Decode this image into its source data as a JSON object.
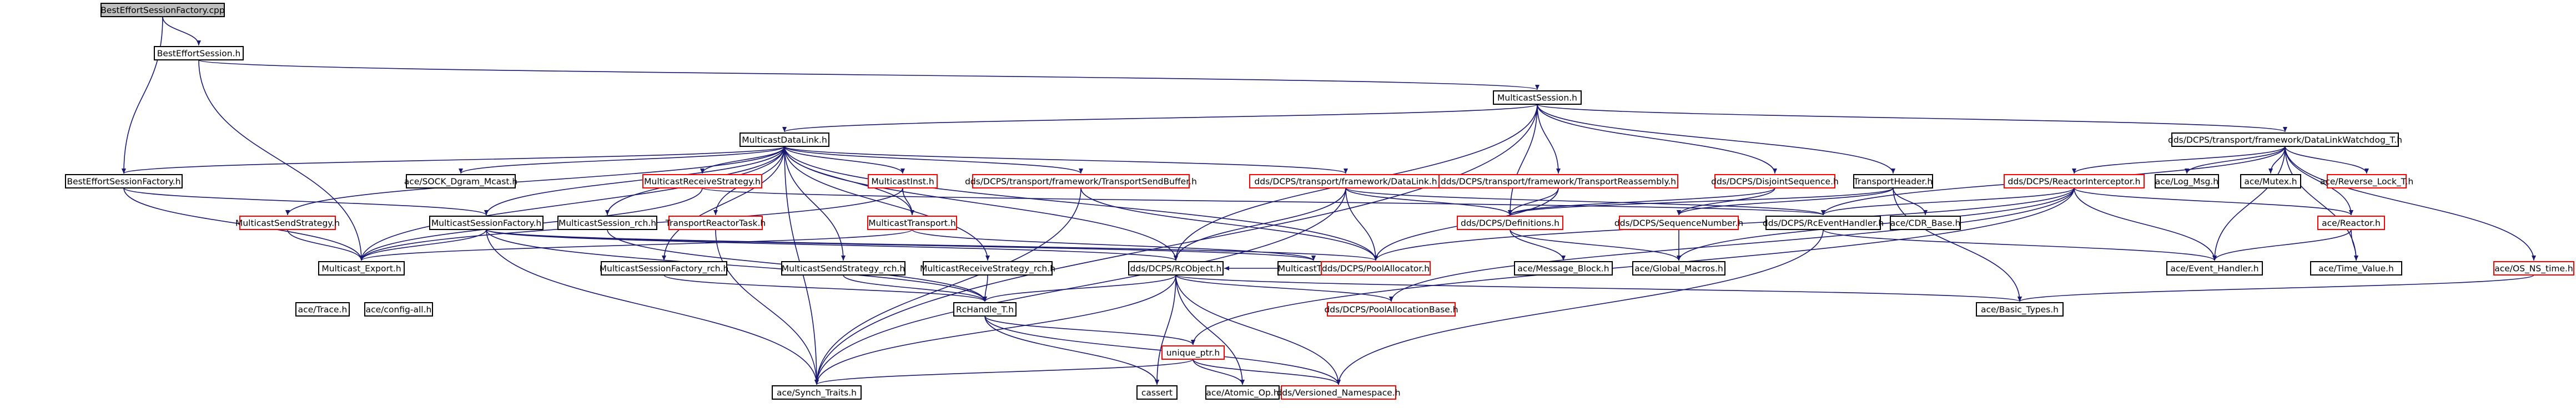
{
  "diagram": {
    "type": "include-dependency-graph",
    "colors": {
      "edge": "#191970",
      "root_fill": "#bfbfbf",
      "box_border": "#000000",
      "truncated_border": "#ff0000",
      "background": "#ffffff"
    },
    "nodes": [
      {
        "id": "n0",
        "label": "BestEffortSessionFactory.cpp",
        "style": "root"
      },
      {
        "id": "n1",
        "label": "BestEffortSession.h",
        "style": "plain"
      },
      {
        "id": "n2",
        "label": "BestEffortSessionFactory.h",
        "style": "plain"
      },
      {
        "id": "n3",
        "label": "MulticastSession.h",
        "style": "plain"
      },
      {
        "id": "n4",
        "label": "MulticastDataLink.h",
        "style": "plain"
      },
      {
        "id": "n5",
        "label": "dds/DCPS/transport/framework/DataLinkWatchdog_T.h",
        "style": "plain"
      },
      {
        "id": "n6",
        "label": "MulticastSendStrategy.h",
        "style": "red"
      },
      {
        "id": "n7",
        "label": "MulticastSessionFactory.h",
        "style": "plain"
      },
      {
        "id": "n8",
        "label": "Multicast_Export.h",
        "style": "plain"
      },
      {
        "id": "n9",
        "label": "ace/Trace.h",
        "style": "plain"
      },
      {
        "id": "n10",
        "label": "ace/config-all.h",
        "style": "plain"
      },
      {
        "id": "n11",
        "label": "ace/SOCK_Dgram_Mcast.h",
        "style": "plain"
      },
      {
        "id": "n12",
        "label": "MulticastReceiveStrategy.h",
        "style": "red"
      },
      {
        "id": "n13",
        "label": "MulticastSession_rch.h",
        "style": "plain"
      },
      {
        "id": "n14",
        "label": "MulticastInst.h",
        "style": "red"
      },
      {
        "id": "n15",
        "label": "TransportReactorTask.h",
        "style": "red"
      },
      {
        "id": "n16",
        "label": "MulticastTransport.h",
        "style": "red"
      },
      {
        "id": "n17",
        "label": "MulticastSessionFactory_rch.h",
        "style": "plain"
      },
      {
        "id": "n18",
        "label": "MulticastSendStrategy_rch.h",
        "style": "plain"
      },
      {
        "id": "n19",
        "label": "MulticastReceiveStrategy_rch.h",
        "style": "plain"
      },
      {
        "id": "n20",
        "label": "dds/DCPS/transport/framework/TransportSendBuffer.h",
        "style": "red"
      },
      {
        "id": "n21",
        "label": "dds/DCPS/transport/framework/DataLink.h",
        "style": "red"
      },
      {
        "id": "n22",
        "label": "dds/DCPS/RcObject.h",
        "style": "plain"
      },
      {
        "id": "n23",
        "label": "MulticastTypes.h",
        "style": "plain"
      },
      {
        "id": "n24",
        "label": "dds/DCPS/PoolAllocator.h",
        "style": "red"
      },
      {
        "id": "n25",
        "label": "dds/DCPS/transport/framework/TransportReassembly.h",
        "style": "red"
      },
      {
        "id": "n26",
        "label": "dds/DCPS/Definitions.h",
        "style": "red"
      },
      {
        "id": "n27",
        "label": "dds/DCPS/DisjointSequence.h",
        "style": "red"
      },
      {
        "id": "n28",
        "label": "TransportHeader.h",
        "style": "plain"
      },
      {
        "id": "n29",
        "label": "dds/DCPS/SequenceNumber.h",
        "style": "red"
      },
      {
        "id": "n30",
        "label": "ace/CDR_Base.h",
        "style": "plain"
      },
      {
        "id": "n31",
        "label": "dds/DCPS/RcEventHandler.h",
        "style": "plain"
      },
      {
        "id": "n32",
        "label": "dds/DCPS/ReactorInterceptor.h",
        "style": "red"
      },
      {
        "id": "n33",
        "label": "ace/Log_Msg.h",
        "style": "plain"
      },
      {
        "id": "n34",
        "label": "ace/Mutex.h",
        "style": "plain"
      },
      {
        "id": "n35",
        "label": "ace/Reverse_Lock_T.h",
        "style": "red"
      },
      {
        "id": "n36",
        "label": "ace/OS_NS_time.h",
        "style": "red"
      },
      {
        "id": "n37",
        "label": "ace/Reactor.h",
        "style": "red"
      },
      {
        "id": "n38",
        "label": "ace/Message_Block.h",
        "style": "plain"
      },
      {
        "id": "n39",
        "label": "ace/Global_Macros.h",
        "style": "plain"
      },
      {
        "id": "n40",
        "label": "ace/Event_Handler.h",
        "style": "plain"
      },
      {
        "id": "n41",
        "label": "ace/Time_Value.h",
        "style": "plain"
      },
      {
        "id": "n42",
        "label": "dds/DCPS/PoolAllocationBase.h",
        "style": "red"
      },
      {
        "id": "n43",
        "label": "RcHandle_T.h",
        "style": "plain"
      },
      {
        "id": "n44",
        "label": "ace/Basic_Types.h",
        "style": "plain"
      },
      {
        "id": "n45",
        "label": "unique_ptr.h",
        "style": "red"
      },
      {
        "id": "n46",
        "label": "ace/Synch_Traits.h",
        "style": "plain"
      },
      {
        "id": "n47",
        "label": "cassert",
        "style": "plain"
      },
      {
        "id": "n48",
        "label": "ace/Atomic_Op.h",
        "style": "plain"
      },
      {
        "id": "n49",
        "label": "dds/Versioned_Namespace.h",
        "style": "red"
      }
    ],
    "edges": [
      [
        "n0",
        "n1"
      ],
      [
        "n0",
        "n2"
      ],
      [
        "n1",
        "n3"
      ],
      [
        "n1",
        "n8"
      ],
      [
        "n2",
        "n7"
      ],
      [
        "n2",
        "n8"
      ],
      [
        "n3",
        "n4"
      ],
      [
        "n3",
        "n5"
      ],
      [
        "n3",
        "n22"
      ],
      [
        "n3",
        "n25"
      ],
      [
        "n3",
        "n26"
      ],
      [
        "n3",
        "n27"
      ],
      [
        "n3",
        "n28"
      ],
      [
        "n3",
        "n46"
      ],
      [
        "n4",
        "n2"
      ],
      [
        "n4",
        "n6"
      ],
      [
        "n4",
        "n7"
      ],
      [
        "n4",
        "n8"
      ],
      [
        "n4",
        "n11"
      ],
      [
        "n4",
        "n12"
      ],
      [
        "n4",
        "n13"
      ],
      [
        "n4",
        "n14"
      ],
      [
        "n4",
        "n15"
      ],
      [
        "n4",
        "n16"
      ],
      [
        "n4",
        "n17"
      ],
      [
        "n4",
        "n18"
      ],
      [
        "n4",
        "n19"
      ],
      [
        "n4",
        "n20"
      ],
      [
        "n4",
        "n21"
      ],
      [
        "n4",
        "n22"
      ],
      [
        "n4",
        "n24"
      ],
      [
        "n4",
        "n46"
      ],
      [
        "n5",
        "n31"
      ],
      [
        "n5",
        "n32"
      ],
      [
        "n5",
        "n33"
      ],
      [
        "n5",
        "n34"
      ],
      [
        "n5",
        "n35"
      ],
      [
        "n5",
        "n36"
      ],
      [
        "n5",
        "n37"
      ],
      [
        "n5",
        "n40"
      ],
      [
        "n5",
        "n41"
      ],
      [
        "n6",
        "n8"
      ],
      [
        "n7",
        "n8"
      ],
      [
        "n7",
        "n22"
      ],
      [
        "n7",
        "n23"
      ],
      [
        "n7",
        "n24"
      ],
      [
        "n7",
        "n43"
      ],
      [
        "n7",
        "n46"
      ],
      [
        "n12",
        "n8"
      ],
      [
        "n12",
        "n31"
      ],
      [
        "n13",
        "n43"
      ],
      [
        "n14",
        "n8"
      ],
      [
        "n14",
        "n16"
      ],
      [
        "n15",
        "n46"
      ],
      [
        "n16",
        "n8"
      ],
      [
        "n16",
        "n23"
      ],
      [
        "n17",
        "n43"
      ],
      [
        "n18",
        "n43"
      ],
      [
        "n19",
        "n43"
      ],
      [
        "n20",
        "n24"
      ],
      [
        "n20",
        "n46"
      ],
      [
        "n21",
        "n22"
      ],
      [
        "n21",
        "n24"
      ],
      [
        "n21",
        "n26"
      ],
      [
        "n21",
        "n31"
      ],
      [
        "n21",
        "n46"
      ],
      [
        "n22",
        "n42"
      ],
      [
        "n22",
        "n43"
      ],
      [
        "n22",
        "n46"
      ],
      [
        "n22",
        "n47"
      ],
      [
        "n22",
        "n48"
      ],
      [
        "n22",
        "n49"
      ],
      [
        "n22",
        "n44"
      ],
      [
        "n23",
        "n22"
      ],
      [
        "n25",
        "n26"
      ],
      [
        "n25",
        "n24"
      ],
      [
        "n26",
        "n38"
      ],
      [
        "n26",
        "n39"
      ],
      [
        "n27",
        "n26"
      ],
      [
        "n27",
        "n29"
      ],
      [
        "n28",
        "n26"
      ],
      [
        "n28",
        "n29"
      ],
      [
        "n28",
        "n30"
      ],
      [
        "n28",
        "n44"
      ],
      [
        "n29",
        "n39"
      ],
      [
        "n31",
        "n40"
      ],
      [
        "n31",
        "n49"
      ],
      [
        "n32",
        "n31"
      ],
      [
        "n32",
        "n37"
      ],
      [
        "n32",
        "n24"
      ],
      [
        "n32",
        "n40"
      ],
      [
        "n32",
        "n42"
      ],
      [
        "n32",
        "n45"
      ],
      [
        "n32",
        "n39"
      ],
      [
        "n36",
        "n44"
      ],
      [
        "n37",
        "n40"
      ],
      [
        "n37",
        "n41"
      ],
      [
        "n43",
        "n45"
      ],
      [
        "n43",
        "n47"
      ],
      [
        "n43",
        "n49"
      ],
      [
        "n45",
        "n46"
      ],
      [
        "n45",
        "n48"
      ],
      [
        "n45",
        "n49"
      ]
    ]
  }
}
